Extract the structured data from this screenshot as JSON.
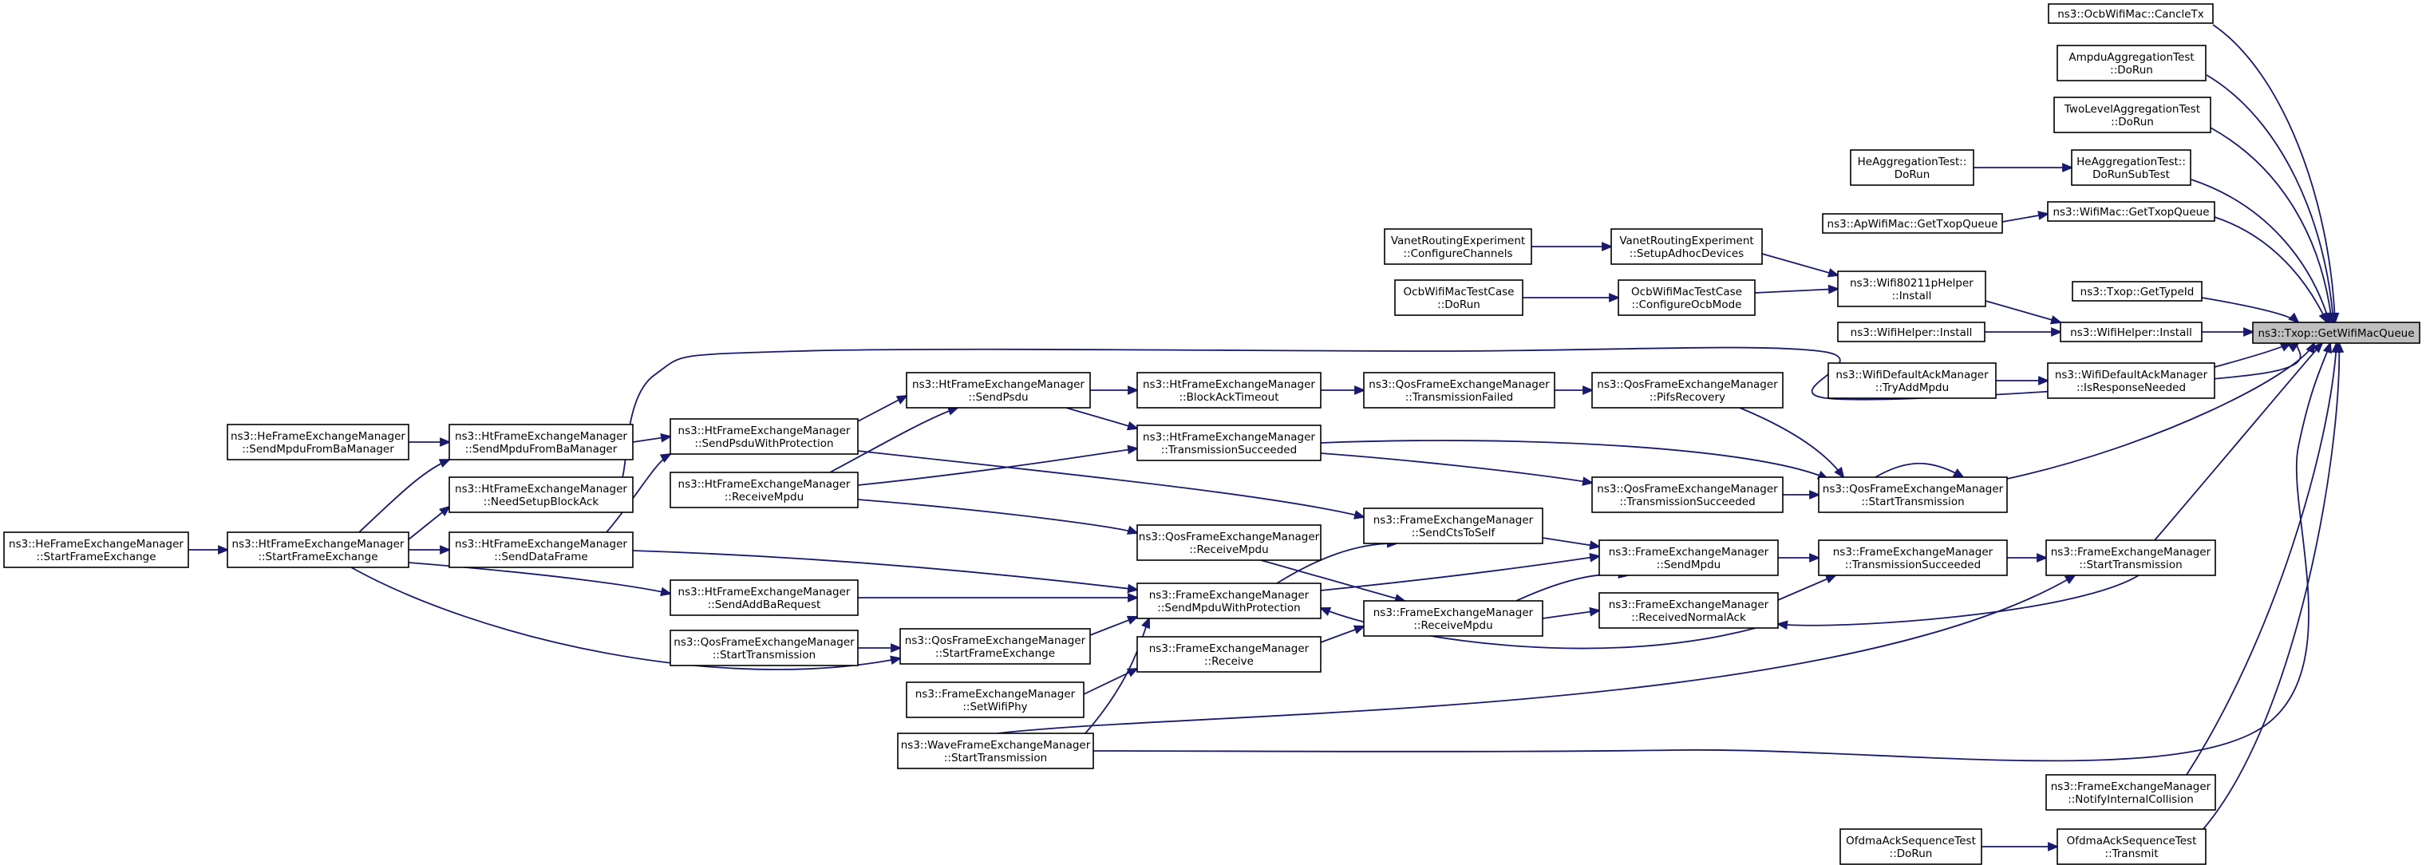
{
  "root": "ns3::Txop::GetWifiMacQueue",
  "nodes": {
    "root": [
      "ns3::Txop::GetWifiMacQueue"
    ],
    "ocb_cancle": [
      "ns3::OcbWifiMac::CancleTx"
    ],
    "ampdu_dorun": [
      "AmpduAggregationTest",
      "::DoRun"
    ],
    "twolevel_dorun": [
      "TwoLevelAggregationTest",
      "::DoRun"
    ],
    "he_agg_dorun": [
      "HeAggregationTest::",
      "DoRun"
    ],
    "he_agg_subtest": [
      "HeAggregationTest::",
      "DoRunSubTest"
    ],
    "ap_gettxop": [
      "ns3::ApWifiMac::GetTxopQueue"
    ],
    "wifimac_gettxop": [
      "ns3::WifiMac::GetTxopQueue"
    ],
    "vanet_channels": [
      "VanetRoutingExperiment",
      "::ConfigureChannels"
    ],
    "vanet_adhoc": [
      "VanetRoutingExperiment",
      "::SetupAdhocDevices"
    ],
    "ocbtest_dorun": [
      "OcbWifiMacTestCase",
      "::DoRun"
    ],
    "ocbtest_config": [
      "OcbWifiMacTestCase",
      "::ConfigureOcbMode"
    ],
    "wifi80211p_install": [
      "ns3::Wifi80211pHelper",
      "::Install"
    ],
    "txop_typeid": [
      "ns3::Txop::GetTypeId"
    ],
    "wifihelper_install_a": [
      "ns3::WifiHelper::Install"
    ],
    "wifihelper_install_b": [
      "ns3::WifiHelper::Install"
    ],
    "ack_tryadd": [
      "ns3::WifiDefaultAckManager",
      "::TryAddMpdu"
    ],
    "ack_isresponse": [
      "ns3::WifiDefaultAckManager",
      "::IsResponseNeeded"
    ],
    "he_sendmpdufromba": [
      "ns3::HeFrameExchangeManager",
      "::SendMpduFromBaManager"
    ],
    "ht_sendmpdufromba": [
      "ns3::HtFrameExchangeManager",
      "::SendMpduFromBaManager"
    ],
    "ht_sendpsduwithprot": [
      "ns3::HtFrameExchangeManager",
      "::SendPsduWithProtection"
    ],
    "ht_sendpsdu": [
      "ns3::HtFrameExchangeManager",
      "::SendPsdu"
    ],
    "ht_blockacktimeout": [
      "ns3::HtFrameExchangeManager",
      "::BlockAckTimeout"
    ],
    "qos_txfailed": [
      "ns3::QosFrameExchangeManager",
      "::TransmissionFailed"
    ],
    "qos_pifsrecovery": [
      "ns3::QosFrameExchangeManager",
      "::PifsRecovery"
    ],
    "ht_txsucceeded": [
      "ns3::HtFrameExchangeManager",
      "::TransmissionSucceeded"
    ],
    "ht_needsetupba": [
      "ns3::HtFrameExchangeManager",
      "::NeedSetupBlockAck"
    ],
    "ht_receivempdu": [
      "ns3::HtFrameExchangeManager",
      "::ReceiveMpdu"
    ],
    "qos_starttx": [
      "ns3::QosFrameExchangeManager",
      "::StartTransmission"
    ],
    "qos_txsucceeded": [
      "ns3::QosFrameExchangeManager",
      "::TransmissionSucceeded"
    ],
    "fem_sendctstoself": [
      "ns3::FrameExchangeManager",
      "::SendCtsToSelf"
    ],
    "he_startfe": [
      "ns3::HeFrameExchangeManager",
      "::StartFrameExchange"
    ],
    "ht_startfe": [
      "ns3::HtFrameExchangeManager",
      "::StartFrameExchange"
    ],
    "ht_senddataframe": [
      "ns3::HtFrameExchangeManager",
      "::SendDataFrame"
    ],
    "qos_receivempdu": [
      "ns3::QosFrameExchangeManager",
      "::ReceiveMpdu"
    ],
    "fem_sendmpdu": [
      "ns3::FrameExchangeManager",
      "::SendMpdu"
    ],
    "fem_txsucceeded": [
      "ns3::FrameExchangeManager",
      "::TransmissionSucceeded"
    ],
    "fem_starttx": [
      "ns3::FrameExchangeManager",
      "::StartTransmission"
    ],
    "ht_sendaddba": [
      "ns3::HtFrameExchangeManager",
      "::SendAddBaRequest"
    ],
    "fem_sendmpduwithprot": [
      "ns3::FrameExchangeManager",
      "::SendMpduWithProtection"
    ],
    "fem_receivempdu": [
      "ns3::FrameExchangeManager",
      "::ReceiveMpdu"
    ],
    "fem_receivednormalack": [
      "ns3::FrameExchangeManager",
      "::ReceivedNormalAck"
    ],
    "qos_starttx2": [
      "ns3::QosFrameExchangeManager",
      "::StartTransmission"
    ],
    "qos_startfe": [
      "ns3::QosFrameExchangeManager",
      "::StartFrameExchange"
    ],
    "fem_receive": [
      "ns3::FrameExchangeManager",
      "::Receive"
    ],
    "fem_setwifiphy": [
      "ns3::FrameExchangeManager",
      "::SetWifiPhy"
    ],
    "wave_starttx": [
      "ns3::WaveFrameExchangeManager",
      "::StartTransmission"
    ],
    "fem_notifyinternal": [
      "ns3::FrameExchangeManager",
      "::NotifyInternalCollision"
    ],
    "ofdma_dorun": [
      "OfdmaAckSequenceTest",
      "::DoRun"
    ],
    "ofdma_transmit": [
      "OfdmaAckSequenceTest",
      "::Transmit"
    ]
  },
  "colors": {
    "edge": "#191970",
    "root_fill": "#bfbfbf",
    "node_fill": "#ffffff",
    "node_stroke": "#000000"
  }
}
